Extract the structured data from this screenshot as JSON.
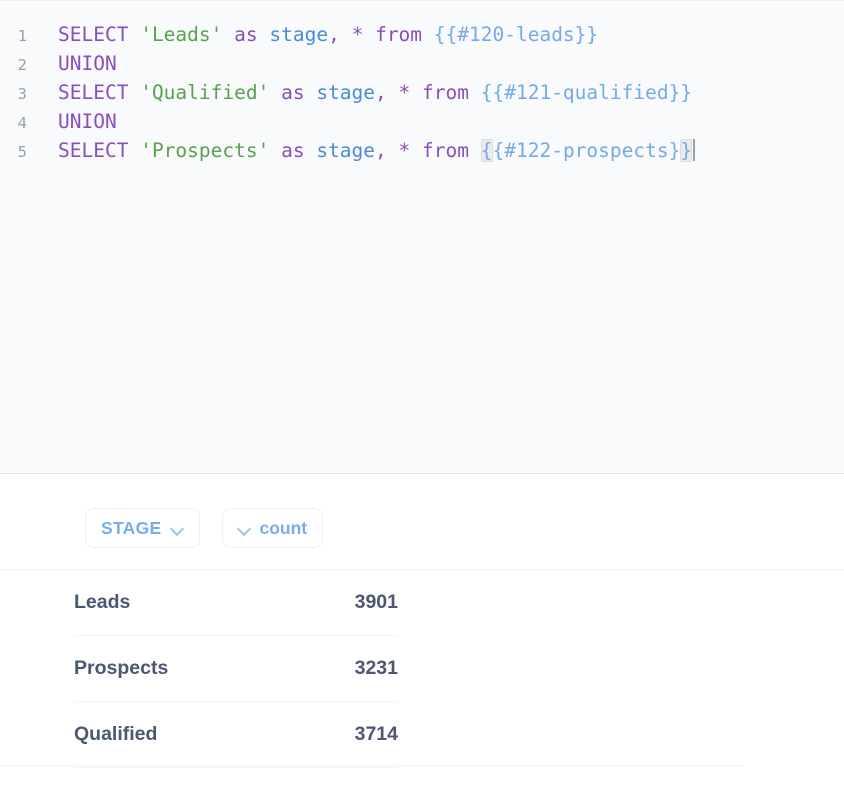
{
  "editor": {
    "name": "sql-editor",
    "language": "sql",
    "background": "#f9fafb",
    "lines": [
      {
        "number": "1",
        "tokens": [
          {
            "text": "SELECT",
            "type": "keyword"
          },
          {
            "text": " ",
            "type": "plain"
          },
          {
            "text": "'Leads'",
            "type": "string"
          },
          {
            "text": " ",
            "type": "plain"
          },
          {
            "text": "as",
            "type": "keyword"
          },
          {
            "text": " ",
            "type": "plain"
          },
          {
            "text": "stage",
            "type": "column"
          },
          {
            "text": ",",
            "type": "punct"
          },
          {
            "text": " ",
            "type": "plain"
          },
          {
            "text": "*",
            "type": "operator"
          },
          {
            "text": " ",
            "type": "plain"
          },
          {
            "text": "from",
            "type": "keyword"
          },
          {
            "text": " ",
            "type": "plain"
          },
          {
            "text": "{{#120-leads}}",
            "type": "variable"
          }
        ]
      },
      {
        "number": "2",
        "tokens": [
          {
            "text": "UNION",
            "type": "keyword"
          }
        ]
      },
      {
        "number": "3",
        "tokens": [
          {
            "text": "SELECT",
            "type": "keyword"
          },
          {
            "text": " ",
            "type": "plain"
          },
          {
            "text": "'Qualified'",
            "type": "string"
          },
          {
            "text": " ",
            "type": "plain"
          },
          {
            "text": "as",
            "type": "keyword"
          },
          {
            "text": " ",
            "type": "plain"
          },
          {
            "text": "stage",
            "type": "column"
          },
          {
            "text": ",",
            "type": "punct"
          },
          {
            "text": " ",
            "type": "plain"
          },
          {
            "text": "*",
            "type": "operator"
          },
          {
            "text": " ",
            "type": "plain"
          },
          {
            "text": "from",
            "type": "keyword"
          },
          {
            "text": " ",
            "type": "plain"
          },
          {
            "text": "{{#121-qualified}}",
            "type": "variable"
          }
        ]
      },
      {
        "number": "4",
        "tokens": [
          {
            "text": "UNION",
            "type": "keyword"
          }
        ]
      },
      {
        "number": "5",
        "tokens": [
          {
            "text": "SELECT",
            "type": "keyword"
          },
          {
            "text": " ",
            "type": "plain"
          },
          {
            "text": "'Prospects'",
            "type": "string"
          },
          {
            "text": " ",
            "type": "plain"
          },
          {
            "text": "as",
            "type": "keyword"
          },
          {
            "text": " ",
            "type": "plain"
          },
          {
            "text": "stage",
            "type": "column"
          },
          {
            "text": ",",
            "type": "punct"
          },
          {
            "text": " ",
            "type": "plain"
          },
          {
            "text": "*",
            "type": "operator"
          },
          {
            "text": " ",
            "type": "plain"
          },
          {
            "text": "from",
            "type": "keyword"
          },
          {
            "text": " ",
            "type": "plain"
          },
          {
            "text": "{",
            "type": "variable",
            "bracket_match": true
          },
          {
            "text": "{#122-prospects}",
            "type": "variable"
          },
          {
            "text": "}",
            "type": "variable",
            "bracket_match": true
          }
        ],
        "caret_at_end": true
      }
    ],
    "syntax_colors": {
      "keyword": "#8a4fbd",
      "string": "#59a14f",
      "column": "#4b8bd6",
      "variable": "#76a9e8",
      "punct": "#8a4fbd",
      "operator": "#8a4fbd",
      "line_number": "#9aa0a6"
    }
  },
  "results": {
    "columns": [
      {
        "label": "STAGE",
        "align": "left",
        "icon": "chevron-down-icon",
        "icon_position": "right"
      },
      {
        "label": "count",
        "align": "right",
        "icon": "chevron-down-icon",
        "icon_position": "left"
      }
    ],
    "rows": [
      {
        "stage": "Leads",
        "count": "3901"
      },
      {
        "stage": "Prospects",
        "count": "3231"
      },
      {
        "stage": "Qualified",
        "count": "3714"
      }
    ],
    "accent_color": "#7aaced",
    "text_color": "#4c5773"
  }
}
